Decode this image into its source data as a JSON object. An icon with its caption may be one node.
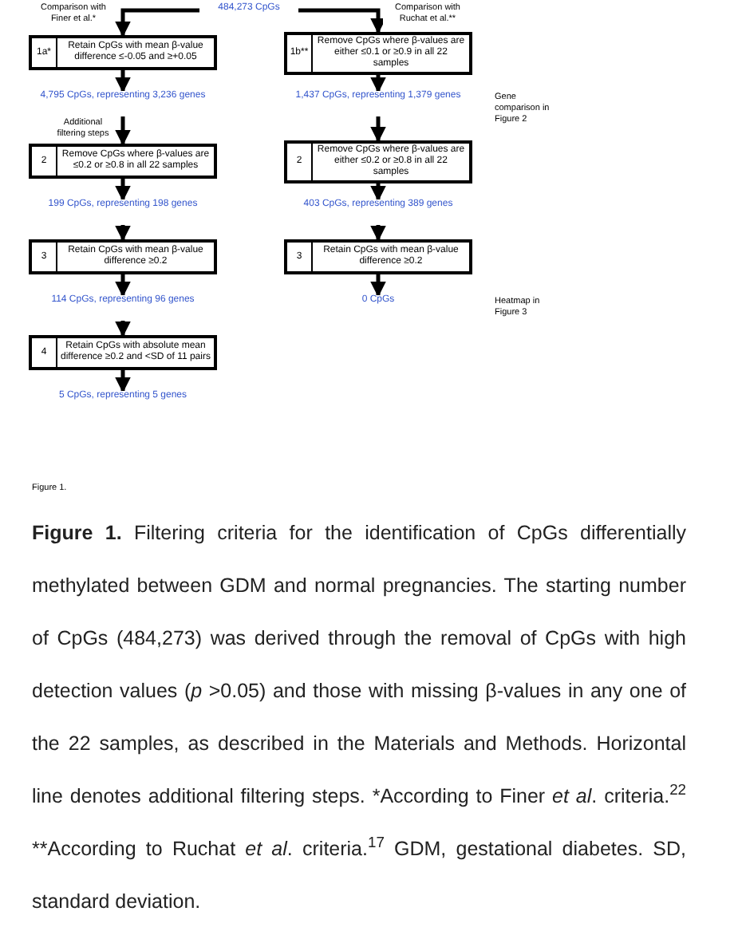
{
  "diagram": {
    "caption": "**Figure 1.** Filtering criteria for the identification of CpGs differentially methylated between GDM and normal pregnancies. The starting number of CpGs (484,273) was derived through the removal of CpGs with high detection values (*p* >0.05) and those with missing β-values in any one of the 22 samples, as described in the Materials and Methods. Horizontal line denotes additional filtering steps. *According to Finer *et al*. criteria.$^{22}$ **According to Ruchat *et al*. criteria.$^{17}$ GDM, gestational diabetes. SD, standard deviation.",
    "nodes": [
      {
        "text": [
          "484,273 CpGs"
        ]
      },
      {
        "text": [
          "1a*",
          "Retain CpGs with mean β-value difference ≤-0.05 and ≥+0.05"
        ]
      },
      {
        "text": [
          "4,795 CpGs, representing 3,236 genes"
        ]
      },
      {
        "text": [
          "2",
          "Remove CpGs where β-values are ≤0.2 or ≥0.8 in all 22 samples"
        ]
      },
      {
        "text": [
          "199 CpGs, representing 198 genes"
        ]
      },
      {
        "text": [
          "3",
          "Retain CpGs with mean β-value difference ≥0.2"
        ]
      },
      {
        "text": [
          "114 CpGs, representing 96 genes"
        ]
      },
      {
        "text": [
          "4",
          "Retain CpGs with absolute mean difference ≥0.2 and <SD of 11 pairs"
        ]
      },
      {
        "text": [
          "5 CpGs, representing 5 genes"
        ]
      },
      {
        "text": [
          "1b**",
          "Remove CpGs where β-values are either ≤0.1 or ≥0.9 in all 22 samples"
        ]
      },
      {
        "text": [
          "1,437 CpGs, representing 1,379 genes"
        ]
      },
      {
        "text": [
          "2",
          "Remove CpGs where β-values are either ≤0.2 or ≥0.8 in all 22 samples"
        ]
      },
      {
        "text": [
          "403 CpGs, representing 389 genes"
        ]
      },
      {
        "text": [
          "3",
          "Retain CpGs with mean β-value difference ≥0.2"
        ]
      },
      {
        "text": [
          "0 CpGs"
        ]
      }
    ],
    "edges": [
      {
        "from": 0,
        "to": 1,
        "arrow": "to",
        "label": "Comparison with Finer et al.*"
      },
      {
        "from": 0,
        "to": 9,
        "arrow": "to",
        "label": "Comparison with Ruchat et al.**"
      },
      {
        "from": 1,
        "to": 2,
        "arrow": "to"
      },
      {
        "from": 2,
        "to": 3,
        "arrow": "to",
        "label": "Additional filtering steps"
      },
      {
        "from": 3,
        "to": 4,
        "arrow": "to"
      },
      {
        "from": 4,
        "to": 5,
        "arrow": "to"
      },
      {
        "from": 5,
        "to": 6,
        "arrow": "to"
      },
      {
        "from": 6,
        "to": 7,
        "arrow": "to"
      },
      {
        "from": 7,
        "to": 8,
        "arrow": "to"
      },
      {
        "from": 9,
        "to": 10,
        "arrow": "to"
      },
      {
        "from": 10,
        "to": 11,
        "arrow": "to"
      },
      {
        "from": 11,
        "to": 12,
        "arrow": "to"
      },
      {
        "from": 12,
        "to": 13,
        "arrow": "to"
      },
      {
        "from": 13,
        "to": 14,
        "arrow": "to"
      }
    ],
    "labels": [
      "Gene comparison in Figure 2",
      "Heatmap in Figure 3",
      "Figure 1."
    ]
  }
}
